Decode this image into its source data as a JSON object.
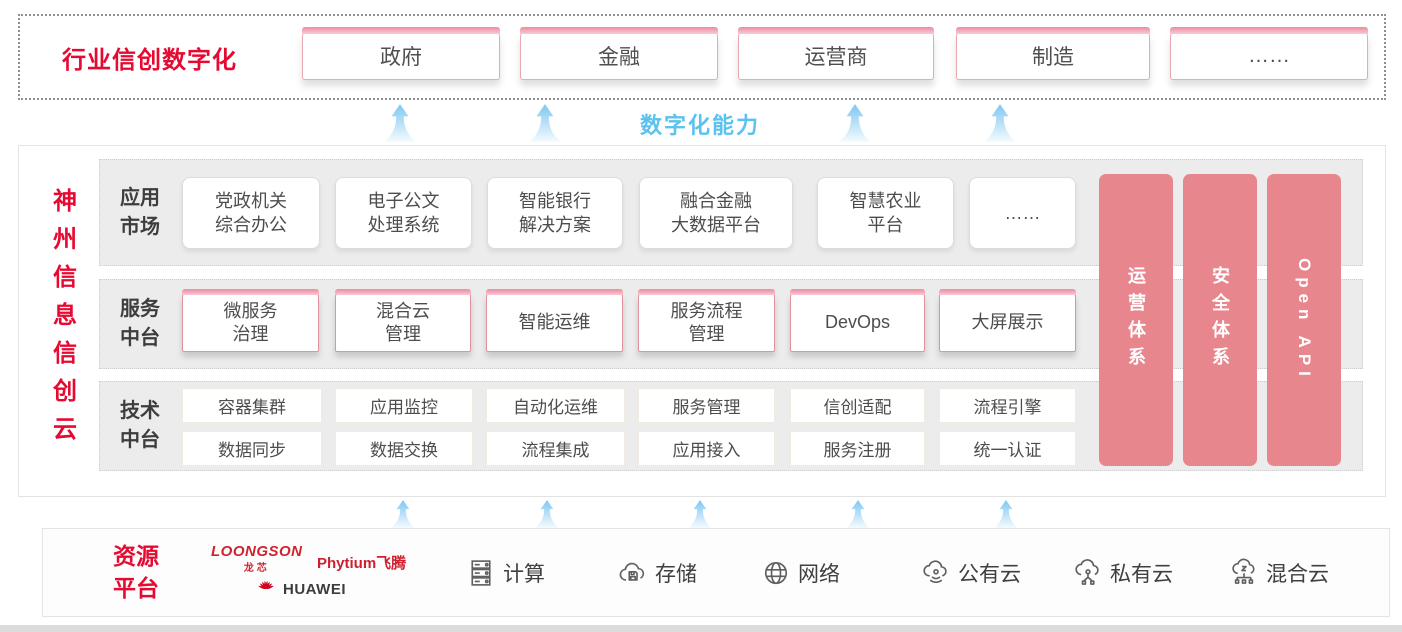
{
  "colors": {
    "brand_red": "#e60a32",
    "bar_salmon": "#e8868e",
    "capability_blue": "#5bc2ef",
    "card_pink_border": "#e9a0ad"
  },
  "industry_band": {
    "title": "行业信创数字化",
    "sectors": [
      "政府",
      "金融",
      "运营商",
      "制造",
      "……"
    ]
  },
  "capability_label": "数字化能力",
  "platform": {
    "title": "神州信息信创云",
    "app_row": {
      "label": "应用\n市场",
      "cards": [
        "党政机关\n综合办公",
        "电子公文\n处理系统",
        "智能银行\n解决方案",
        "融合金融\n大数据平台",
        "智慧农业\n平台",
        "……"
      ]
    },
    "service_row": {
      "label": "服务\n中台",
      "cards": [
        "微服务\n治理",
        "混合云\n管理",
        "智能运维",
        "服务流程\n管理",
        "DevOps",
        "大屏展示"
      ]
    },
    "tech_row": {
      "label": "技术\n中台",
      "cards_top": [
        "容器集群",
        "应用监控",
        "自动化运维",
        "服务管理",
        "信创适配",
        "流程引擎"
      ],
      "cards_bottom": [
        "数据同步",
        "数据交换",
        "流程集成",
        "应用接入",
        "服务注册",
        "统一认证"
      ]
    },
    "side_bars": [
      "运营体系",
      "安全体系",
      "Open API"
    ]
  },
  "resources": {
    "label": "资源\n平台",
    "vendors": {
      "loongson_en": "LOONGSON",
      "loongson_cn": "龙芯",
      "phytium": "Phytium飞腾",
      "huawei": "HUAWEI"
    },
    "items": [
      {
        "icon": "compute-icon",
        "label": "计算"
      },
      {
        "icon": "storage-icon",
        "label": "存储"
      },
      {
        "icon": "network-icon",
        "label": "网络"
      },
      {
        "icon": "public-cloud-icon",
        "label": "公有云"
      },
      {
        "icon": "private-cloud-icon",
        "label": "私有云"
      },
      {
        "icon": "hybrid-cloud-icon",
        "label": "混合云"
      }
    ]
  }
}
